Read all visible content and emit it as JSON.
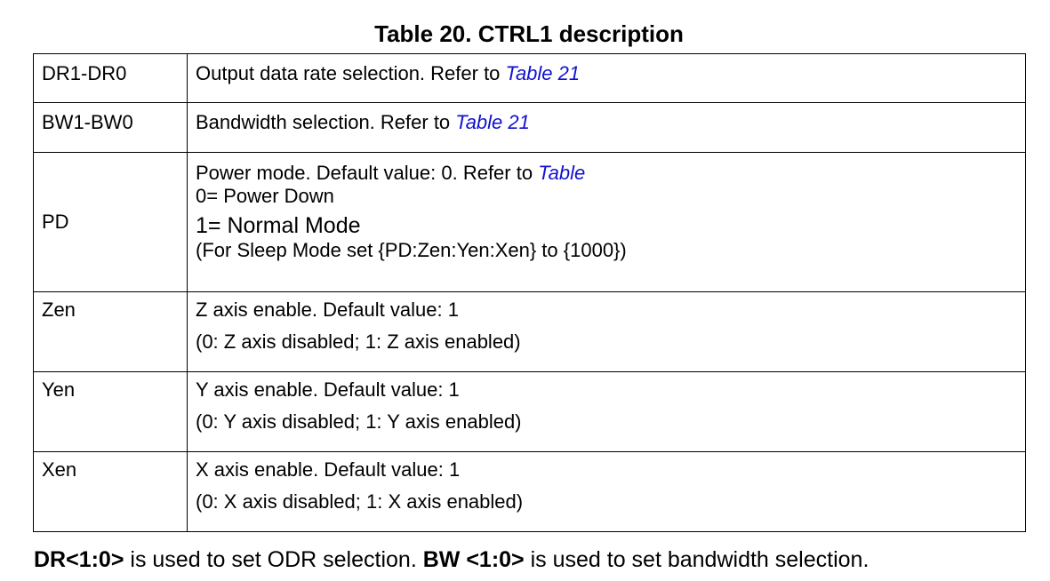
{
  "title": "Table 20. CTRL1 description",
  "rows": [
    {
      "name": "DR1-DR0",
      "desc": "Output data rate selection. Refer to ",
      "link": "Table 21"
    },
    {
      "name": "BW1-BW0",
      "desc": "Bandwidth selection. Refer to ",
      "link": "Table 21"
    },
    {
      "name": "PD",
      "line1": "Power mode. Default value: 0. Refer to ",
      "link": "Table",
      "line2": "0= Power Down",
      "line3": "1= Normal Mode",
      "line4": "(For Sleep Mode set {PD:Zen:Yen:Xen} to {1000})"
    },
    {
      "name": "Zen",
      "line1": "Z axis enable. Default value: 1",
      "line2": "(0: Z axis disabled; 1: Z axis enabled)"
    },
    {
      "name": "Yen",
      "line1": "Y axis enable. Default value: 1",
      "line2": "(0: Y axis disabled; 1: Y axis enabled)"
    },
    {
      "name": "Xen",
      "line1": "X axis enable. Default value: 1",
      "line2": "(0: X axis disabled; 1: X axis enabled)"
    }
  ],
  "footer": {
    "dr_bold": "DR<1:0>",
    "dr_text": " is used to set ODR selection. ",
    "bw_bold": "BW <1:0>",
    "bw_text": " is used to set bandwidth selection."
  }
}
